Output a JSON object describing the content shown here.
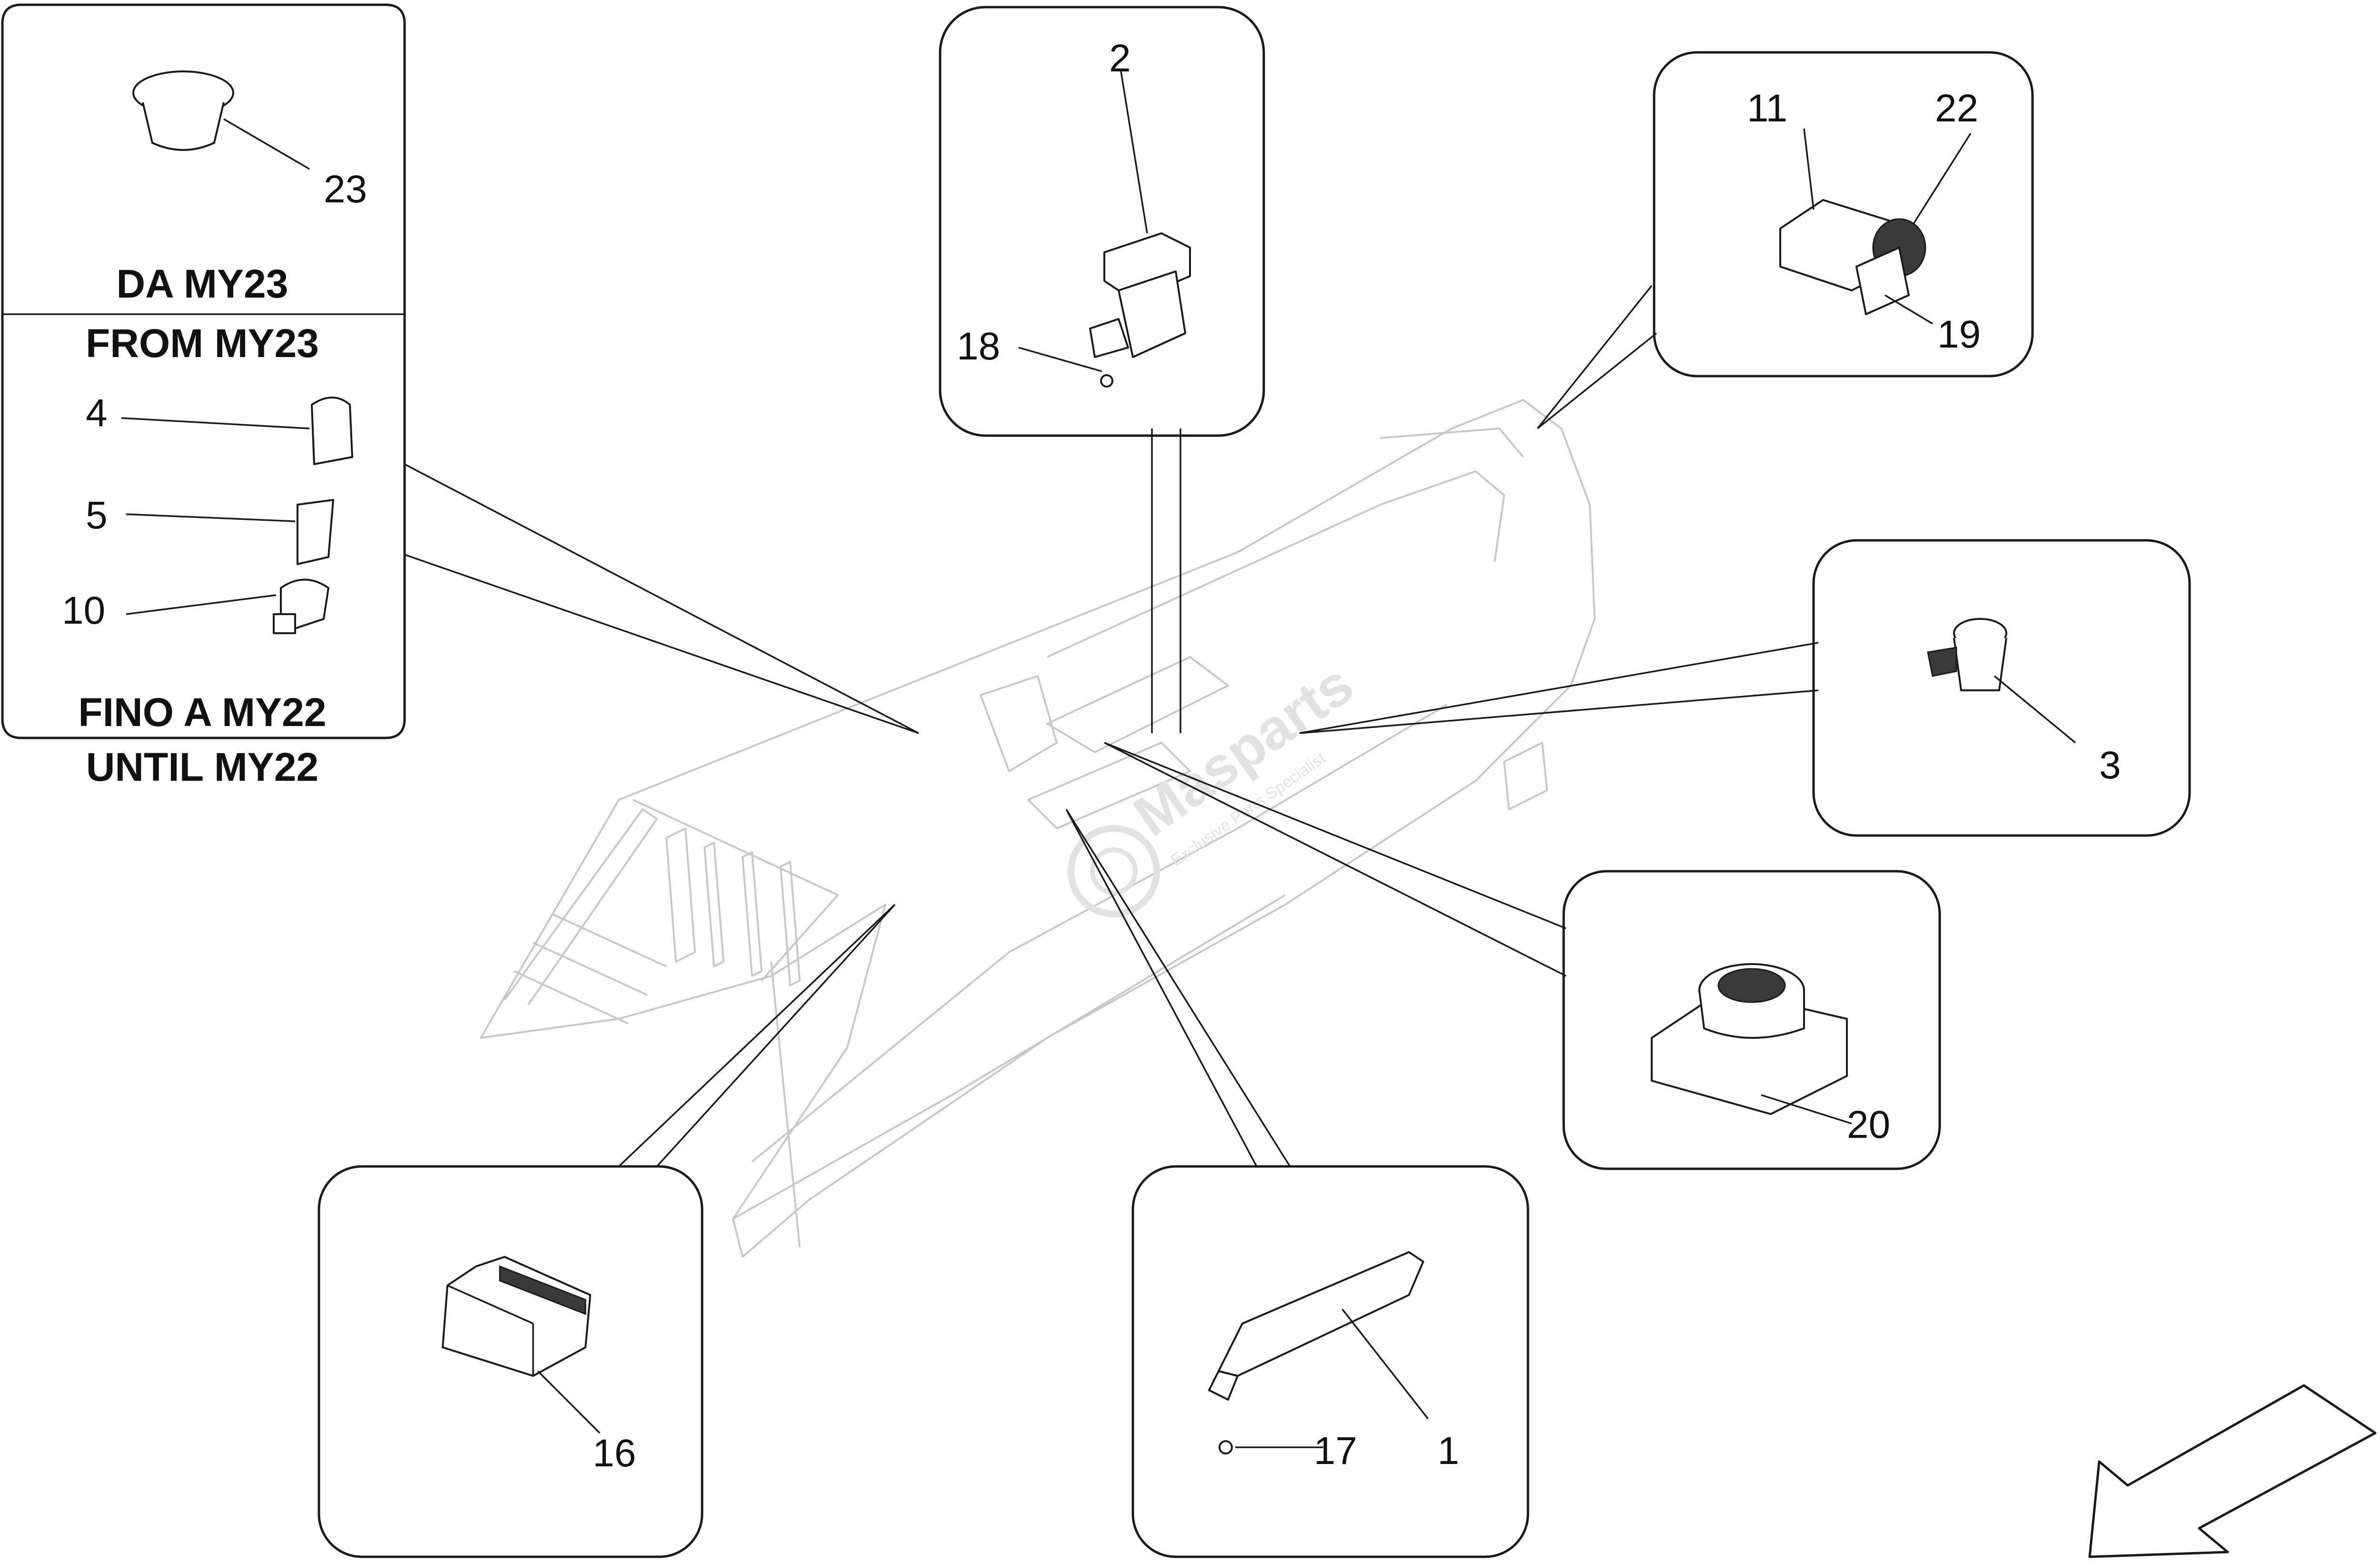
{
  "labels": {
    "p1": "1",
    "p2": "2",
    "p3": "3",
    "p4": "4",
    "p5": "5",
    "p10": "10",
    "p11": "11",
    "p16": "16",
    "p17": "17",
    "p18": "18",
    "p19": "19",
    "p20": "20",
    "p22": "22",
    "p23": "23"
  },
  "captions": {
    "from_it": "DA MY23",
    "from_en": "FROM MY23",
    "until_it": "FINO A MY22",
    "until_en": "UNTIL MY22"
  },
  "watermark": {
    "brand": "Masparts",
    "tagline": "Exclusive Parts Specialist"
  },
  "colors": {
    "line": "#1a1a1a",
    "ghost": "#c8c8c8",
    "watermark": "#e2e2e2"
  }
}
